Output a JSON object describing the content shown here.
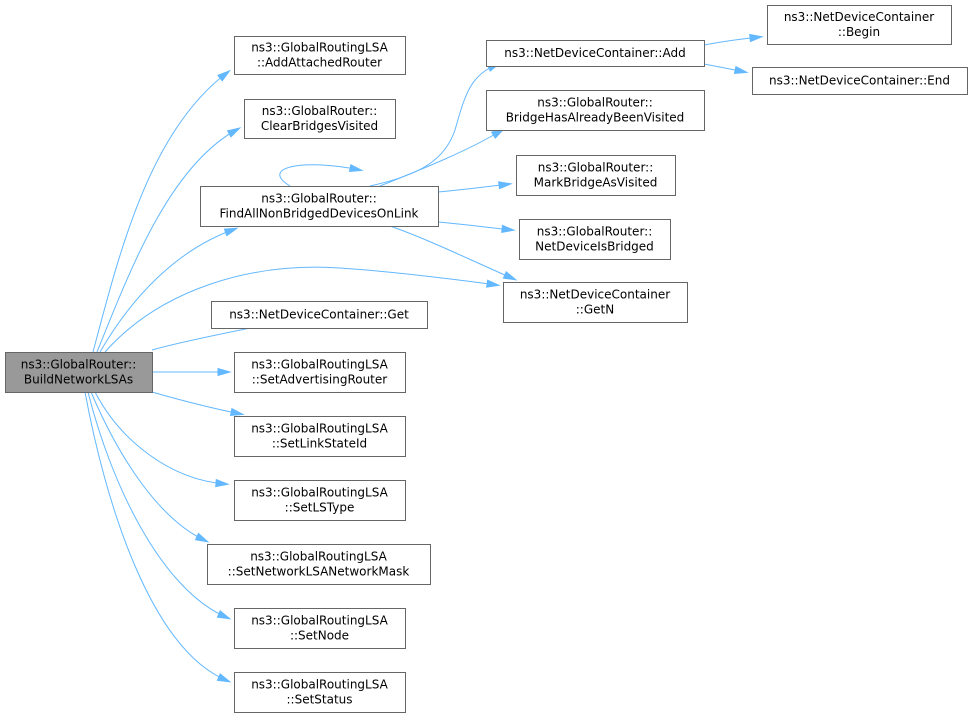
{
  "colors": {
    "edge": "#63b8ff",
    "node_border": "#666666",
    "node_fill": "#ffffff",
    "root_fill": "#999999",
    "text": "#000000"
  },
  "nodes": [
    {
      "id": "build-network-lsas",
      "lines": [
        "ns3::GlobalRouter::",
        "BuildNetworkLSAs"
      ],
      "root": true
    },
    {
      "id": "add-attached-router",
      "lines": [
        "ns3::GlobalRoutingLSA",
        "::AddAttachedRouter"
      ]
    },
    {
      "id": "clear-bridges-visited",
      "lines": [
        "ns3::GlobalRouter::",
        "ClearBridgesVisited"
      ]
    },
    {
      "id": "find-all-non-bridged-devices-on-link",
      "lines": [
        "ns3::GlobalRouter::",
        "FindAllNonBridgedDevicesOnLink"
      ]
    },
    {
      "id": "net-device-container-get",
      "lines": [
        "ns3::NetDeviceContainer::Get"
      ]
    },
    {
      "id": "set-advertising-router",
      "lines": [
        "ns3::GlobalRoutingLSA",
        "::SetAdvertisingRouter"
      ]
    },
    {
      "id": "set-link-state-id",
      "lines": [
        "ns3::GlobalRoutingLSA",
        "::SetLinkStateId"
      ]
    },
    {
      "id": "set-ls-type",
      "lines": [
        "ns3::GlobalRoutingLSA",
        "::SetLSType"
      ]
    },
    {
      "id": "set-network-lsa-network-mask",
      "lines": [
        "ns3::GlobalRoutingLSA",
        "::SetNetworkLSANetworkMask"
      ]
    },
    {
      "id": "set-node",
      "lines": [
        "ns3::GlobalRoutingLSA",
        "::SetNode"
      ]
    },
    {
      "id": "set-status",
      "lines": [
        "ns3::GlobalRoutingLSA",
        "::SetStatus"
      ]
    },
    {
      "id": "net-device-container-add",
      "lines": [
        "ns3::NetDeviceContainer::Add"
      ]
    },
    {
      "id": "bridge-has-already-been-visited",
      "lines": [
        "ns3::GlobalRouter::",
        "BridgeHasAlreadyBeenVisited"
      ]
    },
    {
      "id": "mark-bridge-as-visited",
      "lines": [
        "ns3::GlobalRouter::",
        "MarkBridgeAsVisited"
      ]
    },
    {
      "id": "net-device-is-bridged",
      "lines": [
        "ns3::GlobalRouter::",
        "NetDeviceIsBridged"
      ]
    },
    {
      "id": "net-device-container-get-n",
      "lines": [
        "ns3::NetDeviceContainer",
        "::GetN"
      ]
    },
    {
      "id": "net-device-container-begin",
      "lines": [
        "ns3::NetDeviceContainer",
        "::Begin"
      ]
    },
    {
      "id": "net-device-container-end",
      "lines": [
        "ns3::NetDeviceContainer::End"
      ]
    }
  ],
  "edges": [
    {
      "from": "build-network-lsas",
      "to": "add-attached-router"
    },
    {
      "from": "build-network-lsas",
      "to": "clear-bridges-visited"
    },
    {
      "from": "build-network-lsas",
      "to": "find-all-non-bridged-devices-on-link"
    },
    {
      "from": "build-network-lsas",
      "to": "net-device-container-get-n"
    },
    {
      "from": "build-network-lsas",
      "to": "net-device-container-get"
    },
    {
      "from": "build-network-lsas",
      "to": "set-advertising-router"
    },
    {
      "from": "build-network-lsas",
      "to": "set-link-state-id"
    },
    {
      "from": "build-network-lsas",
      "to": "set-ls-type"
    },
    {
      "from": "build-network-lsas",
      "to": "set-network-lsa-network-mask"
    },
    {
      "from": "build-network-lsas",
      "to": "set-node"
    },
    {
      "from": "build-network-lsas",
      "to": "set-status"
    },
    {
      "from": "find-all-non-bridged-devices-on-link",
      "to": "find-all-non-bridged-devices-on-link"
    },
    {
      "from": "find-all-non-bridged-devices-on-link",
      "to": "net-device-container-add"
    },
    {
      "from": "find-all-non-bridged-devices-on-link",
      "to": "bridge-has-already-been-visited"
    },
    {
      "from": "find-all-non-bridged-devices-on-link",
      "to": "mark-bridge-as-visited"
    },
    {
      "from": "find-all-non-bridged-devices-on-link",
      "to": "net-device-is-bridged"
    },
    {
      "from": "find-all-non-bridged-devices-on-link",
      "to": "net-device-container-get-n"
    },
    {
      "from": "net-device-container-add",
      "to": "net-device-container-begin"
    },
    {
      "from": "net-device-container-add",
      "to": "net-device-container-end"
    }
  ]
}
